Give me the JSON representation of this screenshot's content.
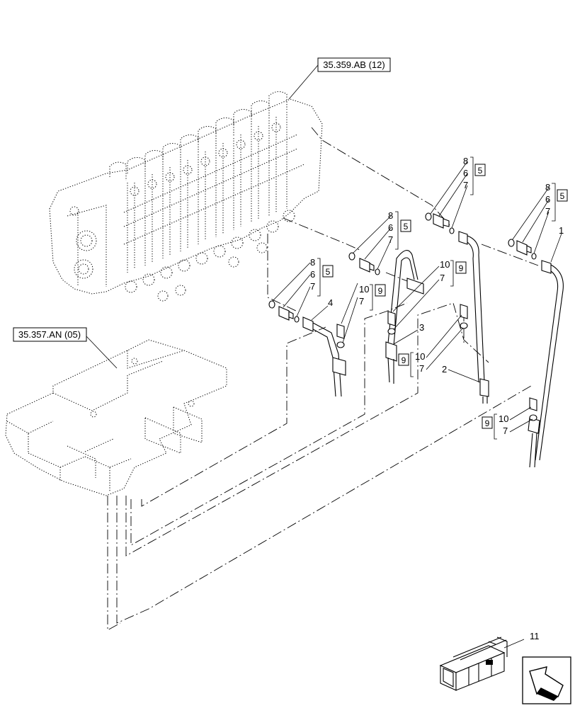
{
  "references": {
    "valve_ref": "35.359.AB (12)",
    "pilot_ref": "35.357.AN (05)"
  },
  "callouts": {
    "n1": "1",
    "n2": "2",
    "n3": "3",
    "n4": "4",
    "n5": "5",
    "n6": "6",
    "n7": "7",
    "n8": "8",
    "n9": "9",
    "n10": "10",
    "n11": "11"
  },
  "icons": [
    "kit-crate-icon",
    "navigation-arrow-icon"
  ]
}
